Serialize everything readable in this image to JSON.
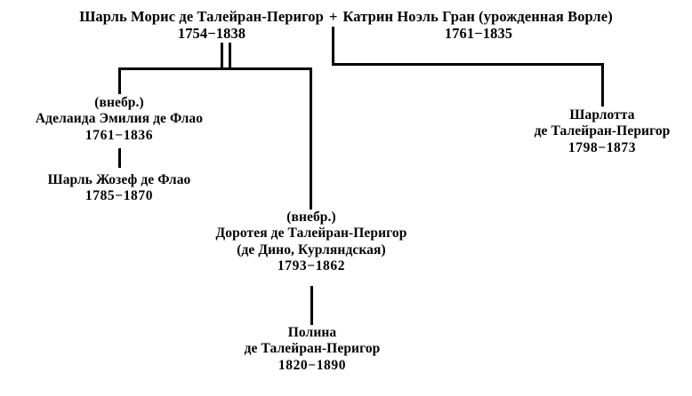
{
  "diagram": {
    "title": "Genealogical chart of Charles-Maurice de Talleyrand-Perigord",
    "accent": "#000000",
    "background": "#ffffff"
  },
  "nodes": {
    "father": {
      "name": "Шарль Морис де Талейран-Перигор",
      "dates": "1754−1838"
    },
    "marriage_symbol": "+",
    "mother": {
      "name": "Катрин Ноэль Гран (урожденная Ворле)",
      "dates": "1761−1835"
    },
    "adelaide": {
      "note": "(внебр.)",
      "name": "Аделаида Эмилия де Флао",
      "dates": "1761−1836"
    },
    "charles_joseph": {
      "name": "Шарль Жозеф де Флао",
      "dates": "1785−1870"
    },
    "dorothea": {
      "note": "(внебр.)",
      "name": "Доротея де Талейран-Перигор",
      "alias": "(де Дино, Курляндская)",
      "dates": "1793−1862"
    },
    "charlotte": {
      "name": "Шарлотта",
      "surname": "де Талейран-Перигор",
      "dates": "1798−1873"
    },
    "pauline": {
      "name": "Полина",
      "surname": "де Талейран-Перигор",
      "dates": "1820−1890"
    }
  }
}
